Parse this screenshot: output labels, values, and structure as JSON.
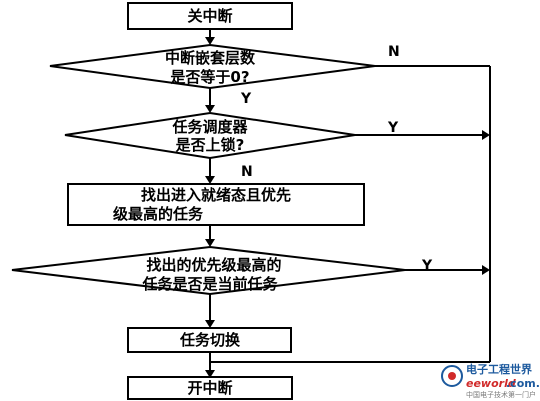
{
  "nodes": {
    "disable_interrupt": "关中断",
    "nesting_check_line1": "中断嵌套层数",
    "nesting_check_line2": "是否等于0?",
    "lock_check_line1": "任务调度器",
    "lock_check_line2": "是否上锁?",
    "find_ready_line1": "找出进入就绪态且优先",
    "find_ready_line2": "级最高的任务",
    "current_check_line1": "找出的优先级最高的",
    "current_check_line2": "任务是否是当前任务",
    "task_switch": "任务切换",
    "enable_interrupt": "开中断"
  },
  "labels": {
    "nesting_no": "N",
    "nesting_yes": "Y",
    "lock_yes": "Y",
    "lock_no": "N",
    "current_yes": "Y"
  },
  "watermark": {
    "brand_cn": "电子工程世界",
    "brand_en": "eeworld",
    "brand_suffix": ".com.cn",
    "tagline": "中国电子技术第一门户"
  }
}
